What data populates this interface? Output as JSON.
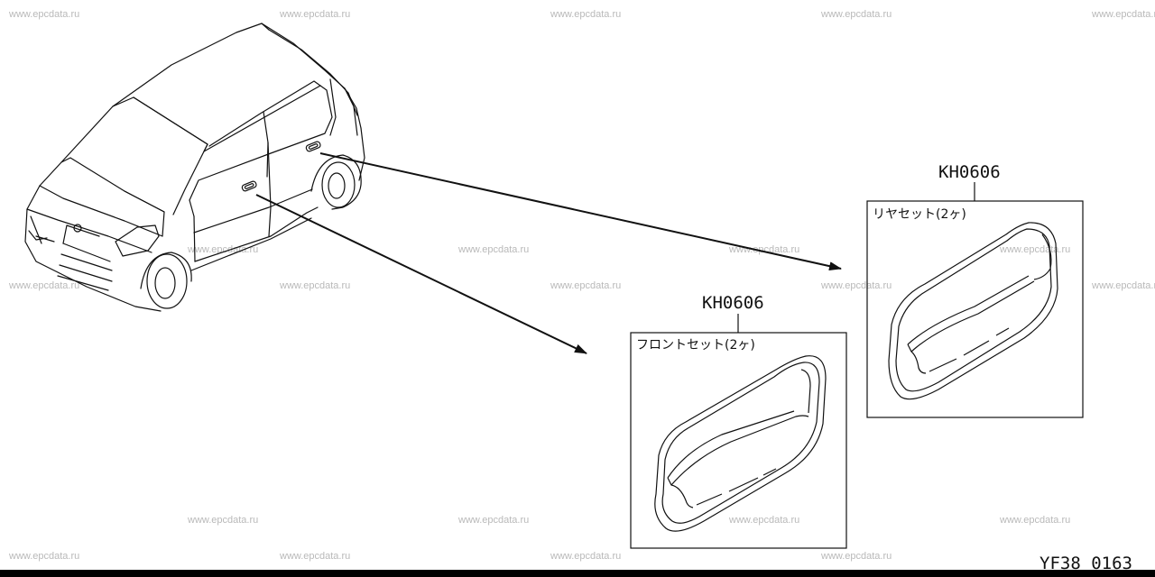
{
  "watermark": "www.epcdata.ru",
  "parts": [
    {
      "part_number": "KH0606",
      "label": "フロントセット(2ヶ)",
      "position": "front"
    },
    {
      "part_number": "KH0606",
      "label": "リヤセット(2ヶ)",
      "position": "rear"
    }
  ],
  "figure_code": "YF38 0163",
  "colors": {
    "line": "#111111",
    "watermark": "#b9b9b9",
    "background": "#ffffff"
  }
}
